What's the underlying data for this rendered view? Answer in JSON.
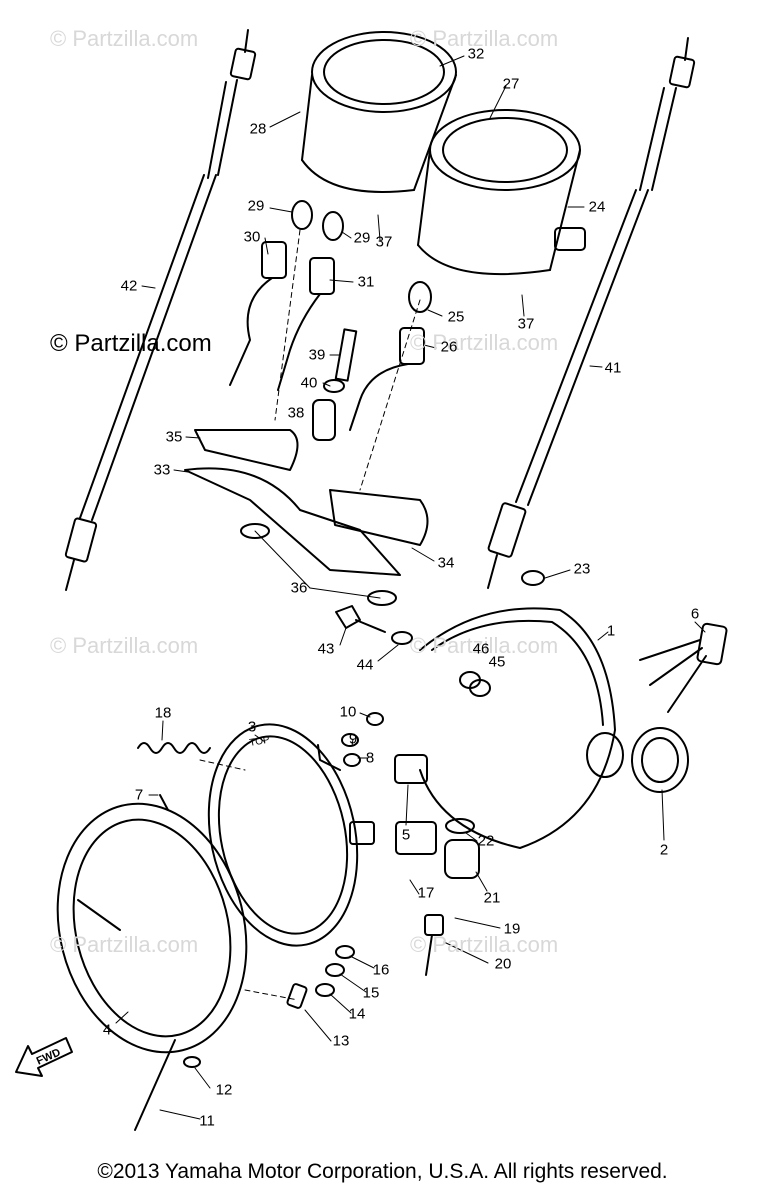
{
  "watermarks": [
    "© Partzilla.com",
    "© Partzilla.com",
    "© Partzilla.com",
    "© Partzilla.com",
    "© Partzilla.com",
    "© Partzilla.com",
    "© Partzilla.com"
  ],
  "main_watermark": "© Partzilla.com",
  "fwd_label": "FWD",
  "lens_text": "TOP",
  "callouts": [
    "32",
    "27",
    "28",
    "24",
    "29",
    "37",
    "30",
    "29",
    "31",
    "42",
    "25",
    "37",
    "39",
    "26",
    "41",
    "40",
    "38",
    "35",
    "33",
    "34",
    "36",
    "23",
    "43",
    "44",
    "1",
    "6",
    "46",
    "45",
    "10",
    "9",
    "8",
    "18",
    "3",
    "7",
    "5",
    "2",
    "22",
    "21",
    "17",
    "19",
    "20",
    "16",
    "15",
    "14",
    "4",
    "13",
    "12",
    "11"
  ],
  "copyright": "©2013  Yamaha Motor Corporation, U.S.A. All rights reserved."
}
